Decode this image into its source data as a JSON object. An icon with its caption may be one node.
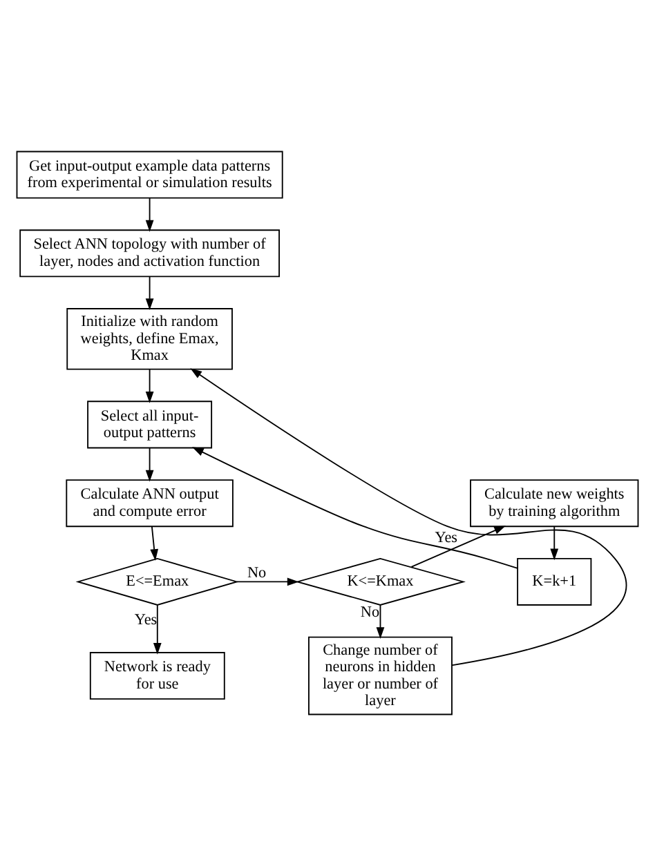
{
  "diagram": {
    "nodes": [
      {
        "text": [
          "Get input-output example data patterns from experimental or simulation results"
        ]
      },
      {
        "text": [
          "Select ANN topology with number of layer, nodes and activation function"
        ]
      },
      {
        "text": [
          "Initialize with random weights, define Emax, Kmax"
        ]
      },
      {
        "text": [
          "Select all input-output patterns"
        ]
      },
      {
        "text": [
          "Calculate ANN output and compute error"
        ]
      },
      {
        "text": [
          "E<=Emax"
        ]
      },
      {
        "text": [
          "K<=Kmax"
        ]
      },
      {
        "text": [
          "Network is ready for use"
        ]
      },
      {
        "text": [
          "Calculate new weights by training algorithm"
        ]
      },
      {
        "text": [
          "K=k+1"
        ]
      },
      {
        "text": [
          "Change number of neurons in hidden layer or number of layer"
        ]
      }
    ],
    "edges": [
      {
        "from": 0,
        "to": 1,
        "arrow": "to"
      },
      {
        "from": 1,
        "to": 2,
        "arrow": "to"
      },
      {
        "from": 2,
        "to": 3,
        "arrow": "to"
      },
      {
        "from": 3,
        "to": 4,
        "arrow": "to"
      },
      {
        "from": 4,
        "to": 5,
        "arrow": "to"
      },
      {
        "from": 5,
        "to": 6,
        "label": "No",
        "arrow": "to"
      },
      {
        "from": 5,
        "to": 7,
        "label": "Yes",
        "arrow": "to"
      },
      {
        "from": 6,
        "to": 8,
        "label": "Yes",
        "arrow": "to"
      },
      {
        "from": 8,
        "to": 9,
        "arrow": "to"
      },
      {
        "from": 9,
        "to": 3,
        "arrow": "to"
      },
      {
        "from": 6,
        "to": 10,
        "label": "No",
        "arrow": "to"
      },
      {
        "from": 10,
        "to": 2,
        "arrow": "to"
      }
    ]
  }
}
